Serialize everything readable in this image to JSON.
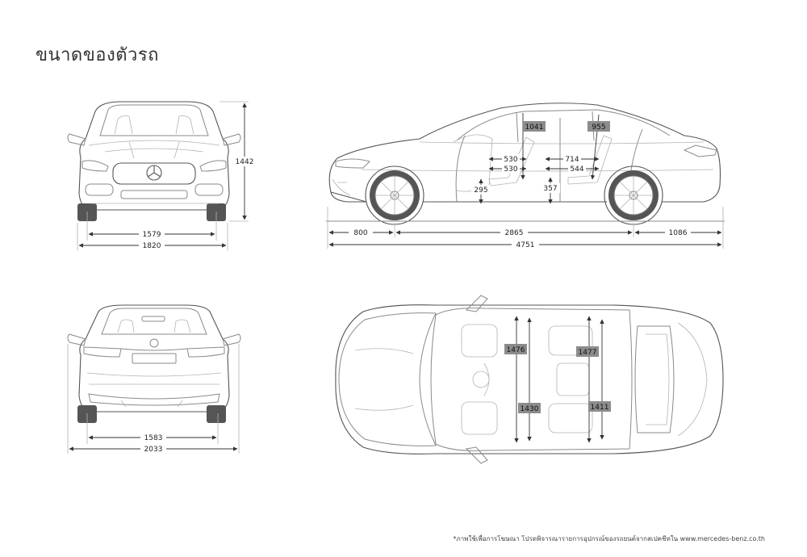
{
  "title": "ขนาดของตัวรถ",
  "footnote": "*ภาพใช้เพื่อการโฆษณา โปรดพิจารณารายการอุปกรณ์ของรถยนต์จากสเปคชีทใน www.mercedes-benz.co.th",
  "front_view": {
    "height": "1442",
    "track": "1579",
    "width": "1820"
  },
  "rear_view": {
    "track": "1583",
    "width_mirrors": "2033"
  },
  "side_view": {
    "front_headroom": "1041",
    "rear_headroom": "955",
    "front_seat_depth": "530",
    "front_seat_depth_2": "530",
    "rear_legroom": "714",
    "rear_seat_depth": "544",
    "front_seat_height": "295",
    "rear_seat_height": "357",
    "front_overhang": "800",
    "wheelbase": "2865",
    "rear_overhang": "1086",
    "length": "4751"
  },
  "top_view": {
    "front_shoulder": "1476",
    "rear_shoulder": "1477",
    "front_elbow": "1430",
    "rear_elbow": "1411"
  }
}
